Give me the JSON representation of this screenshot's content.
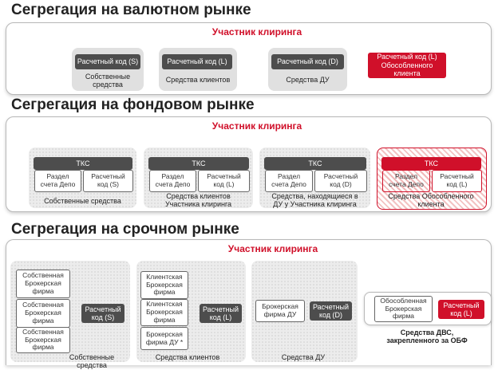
{
  "currency": {
    "title": "Сегрегация на валютном рынке",
    "root": "Участник клиринга",
    "codes": [
      {
        "code": "Расчетный код (S)",
        "caption": "Собственные\nсредства"
      },
      {
        "code": "Расчетный код (L)",
        "caption": "Средства клиентов"
      },
      {
        "code": "Расчетный код (D)",
        "caption": "Средства ДУ"
      },
      {
        "code": "Расчетный код (L)\nОбособленного\nклиента",
        "caption": ""
      }
    ]
  },
  "stock": {
    "title": "Сегрегация на фондовом рынке",
    "root": "Участник клиринга",
    "groups": [
      {
        "tks": "ТКС",
        "depo": "Раздел\nсчета Депо",
        "code": "Расчетный\nкод (S)",
        "caption": "Собственные средства"
      },
      {
        "tks": "ТКС",
        "depo": "Раздел\nсчета Депо",
        "code": "Расчетный\nкод (L)",
        "caption": "Средства клиентов\nУчастника клиринга"
      },
      {
        "tks": "ТКС",
        "depo": "Раздел\nсчета Депо",
        "code": "Расчетный\nкод (D)",
        "caption": "Средства, находящиеся в\nДУ у Участника клиринга"
      },
      {
        "tks": "ТКС",
        "depo": "Раздел\nсчета Депо",
        "code": "Расчетный\nкод (L)",
        "caption": "Средства Обособленного\nклиента"
      }
    ]
  },
  "derivatives": {
    "title": "Сегрегация на срочном рынке",
    "root": "Участник клиринга",
    "groups": [
      {
        "firms": [
          "Собственная\nБрокерская\nфирма",
          "Собственная\nБрокерская\nфирма",
          "Собственная\nБрокерская\nфирма"
        ],
        "code": "Расчетный\nкод (S)",
        "caption": "Собственные средства"
      },
      {
        "firms": [
          "Клиентская\nБрокерская\nфирма",
          "Клиентская\nБрокерская\nфирма",
          "Брокерская\nфирма ДУ *"
        ],
        "code": "Расчетный\nкод (L)",
        "caption": "Средства клиентов"
      },
      {
        "firms": [
          "Брокерская\nфирма ДУ"
        ],
        "code": "Расчетный\nкод (D)",
        "caption": "Средства ДУ"
      },
      {
        "firms": [
          "Обособленная\nБрокерская\nфирма"
        ],
        "code": "Расчетный\nкод (L)",
        "caption": "Средства ДВС,\nзакрепленного за ОБФ"
      }
    ]
  },
  "colors": {
    "accent": "#d0102a",
    "box": "#4d4d4d"
  }
}
